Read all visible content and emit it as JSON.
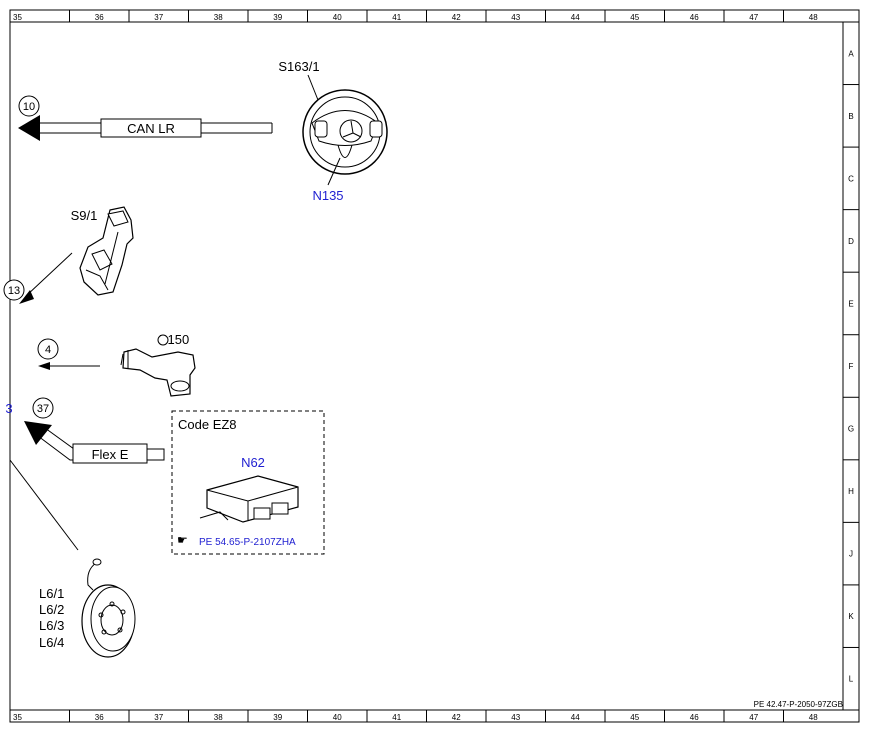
{
  "frame": {
    "columns": [
      "35",
      "36",
      "37",
      "38",
      "39",
      "40",
      "41",
      "42",
      "43",
      "44",
      "45",
      "46",
      "47",
      "48"
    ],
    "rows": [
      "A",
      "B",
      "C",
      "D",
      "E",
      "F",
      "G",
      "H",
      "J",
      "K",
      "L"
    ]
  },
  "components": {
    "steering_wheel": {
      "label": "S163/1",
      "sub_label": "N135"
    },
    "switch": {
      "label": "S9/1"
    },
    "sensor": {
      "label": "B150"
    },
    "control_unit": {
      "code": "Code EZ8",
      "label": "N62",
      "reference": "PE 54.65-P-2107ZHA"
    },
    "wheel_sensors": {
      "labels": [
        "L6/1",
        "L6/2",
        "L6/3",
        "L6/4"
      ]
    }
  },
  "connections": {
    "can": {
      "ref": "10",
      "label": "CAN LR"
    },
    "ref13": {
      "ref": "13"
    },
    "ref4": {
      "ref": "4"
    },
    "flex": {
      "ref": "37",
      "label": "Flex E"
    },
    "edge_mark": "3"
  },
  "footer": {
    "document_id": "PE 42.47-P-2050-97ZGB"
  },
  "colors": {
    "link": "#1f1fd1",
    "line": "#000000"
  }
}
